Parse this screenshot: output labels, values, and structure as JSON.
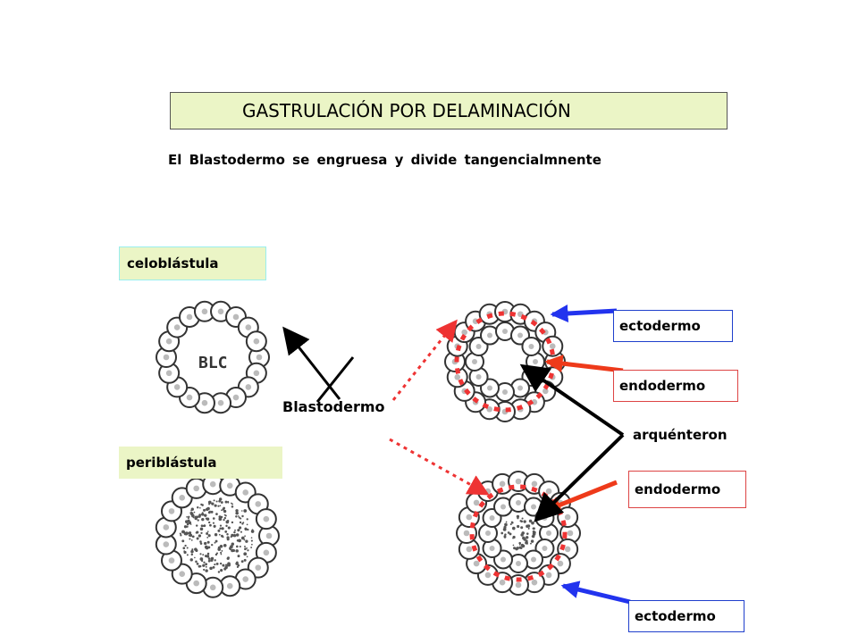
{
  "title": "GASTRULACIÓN POR DELAMINACIÓN",
  "subtitle": "El Blastodermo se engruesa y divide tangencialmnente",
  "labels": {
    "celoblastula": "celoblástula",
    "periblastula": "periblástula",
    "blastodermo": "Blastodermo",
    "ectodermo_top": "ectodermo",
    "endodermo_top": "endodermo",
    "arquenteron": "arquénteron",
    "endodermo_bottom": "endodermo",
    "ectodermo_bottom": "ectodermo"
  },
  "blastula_inner_label": "BLC",
  "colors": {
    "title_box": "#ebf5c6",
    "ectoderm_arrow": "#2233ee",
    "endoderm_arrow": "#ee3a1a",
    "dotted_line": "#e33",
    "pointer_arrow": "#000000"
  }
}
